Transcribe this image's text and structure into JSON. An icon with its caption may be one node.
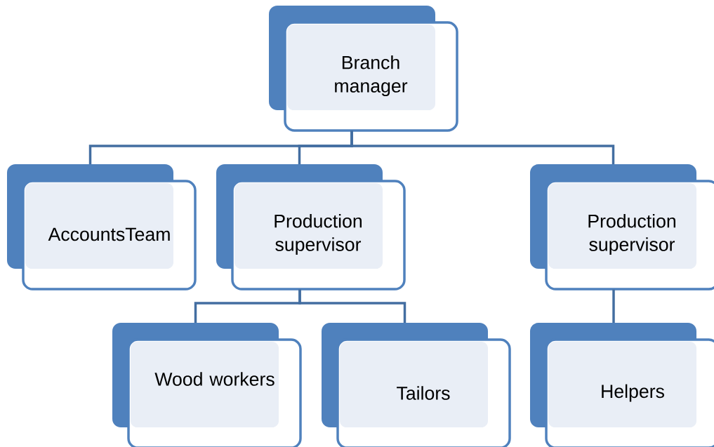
{
  "diagram": {
    "nodes": [
      {
        "text": [
          "Branch manager"
        ]
      },
      {
        "text": [
          "AccountsTeam"
        ]
      },
      {
        "text": [
          "Production supervisor"
        ]
      },
      {
        "text": [
          "Production supervisor"
        ]
      },
      {
        "text": [
          "Wood workers"
        ]
      },
      {
        "text": [
          "Tailors"
        ]
      },
      {
        "text": [
          "Helpers"
        ]
      }
    ],
    "edges": [
      {
        "from": 0,
        "to": 1,
        "arrow": "none"
      },
      {
        "from": 0,
        "to": 2,
        "arrow": "none"
      },
      {
        "from": 0,
        "to": 3,
        "arrow": "none"
      },
      {
        "from": 2,
        "to": 4,
        "arrow": "none"
      },
      {
        "from": 2,
        "to": 5,
        "arrow": "none"
      },
      {
        "from": 3,
        "to": 6,
        "arrow": "none"
      }
    ]
  }
}
